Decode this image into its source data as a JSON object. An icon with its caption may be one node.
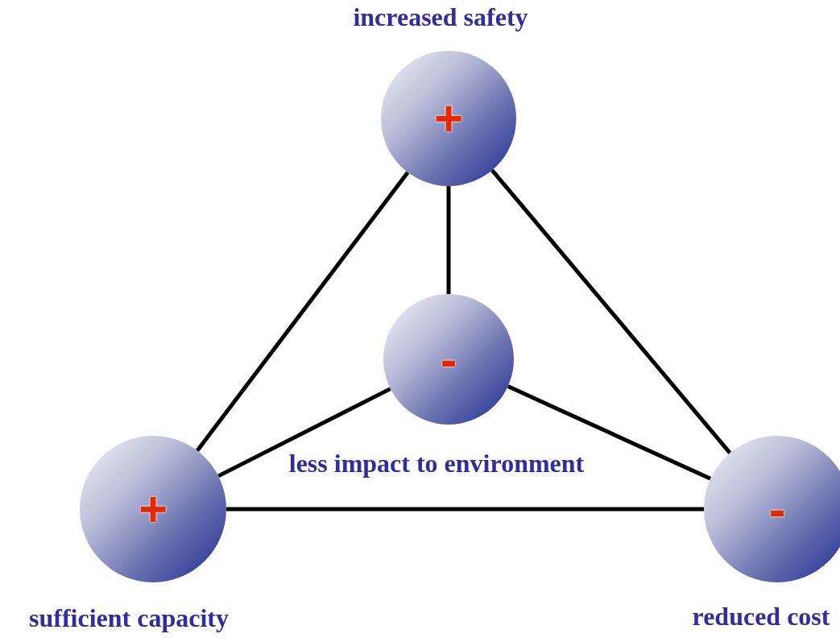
{
  "diagram": {
    "nodes": [
      {
        "text": [
          "+"
        ],
        "beside": [
          "increased safety"
        ]
      },
      {
        "text": [
          "-"
        ],
        "beside": [
          "less impact to environment"
        ]
      },
      {
        "text": [
          "+"
        ],
        "beside": [
          "sufficient capacity"
        ]
      },
      {
        "text": [
          "-"
        ],
        "beside": [
          "reduced cost"
        ]
      }
    ],
    "edges": [
      {
        "from": 0,
        "to": 2,
        "arrow": "none"
      },
      {
        "from": 0,
        "to": 1,
        "arrow": "none"
      },
      {
        "from": 0,
        "to": 3,
        "arrow": "none"
      },
      {
        "from": 1,
        "to": 2,
        "arrow": "none"
      },
      {
        "from": 1,
        "to": 3,
        "arrow": "none"
      },
      {
        "from": 2,
        "to": 3,
        "arrow": "none"
      }
    ]
  }
}
